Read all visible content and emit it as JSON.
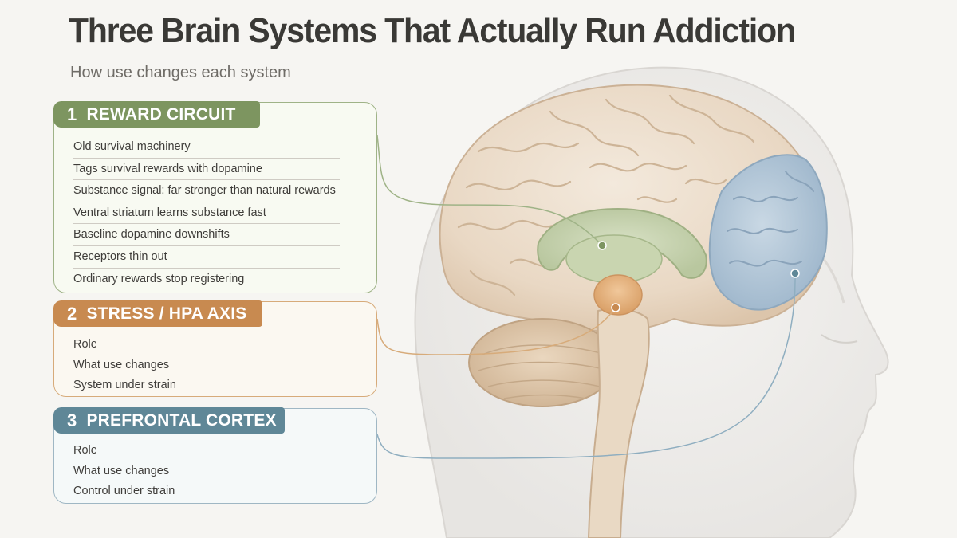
{
  "title": "Three Brain Systems That Actually Run Addiction",
  "subtitle": "How use changes each system",
  "colors": {
    "reward": "#7d9560",
    "stress": "#c88a50",
    "prefrontal": "#5f8797"
  },
  "panels": [
    {
      "number": "1",
      "label": "REWARD CIRCUIT",
      "items": [
        "Old survival machinery",
        "Tags survival rewards with dopamine",
        "Substance signal: far stronger than natural rewards",
        "Ventral striatum learns substance fast",
        "Baseline dopamine downshifts",
        "Receptors thin out",
        "Ordinary rewards stop registering"
      ]
    },
    {
      "number": "2",
      "label": "STRESS / HPA AXIS",
      "items": [
        "Role",
        "What use changes",
        "System under strain"
      ]
    },
    {
      "number": "3",
      "label": "PREFRONTAL CORTEX",
      "items": [
        "Role",
        "What use changes",
        "Control under strain"
      ]
    }
  ]
}
